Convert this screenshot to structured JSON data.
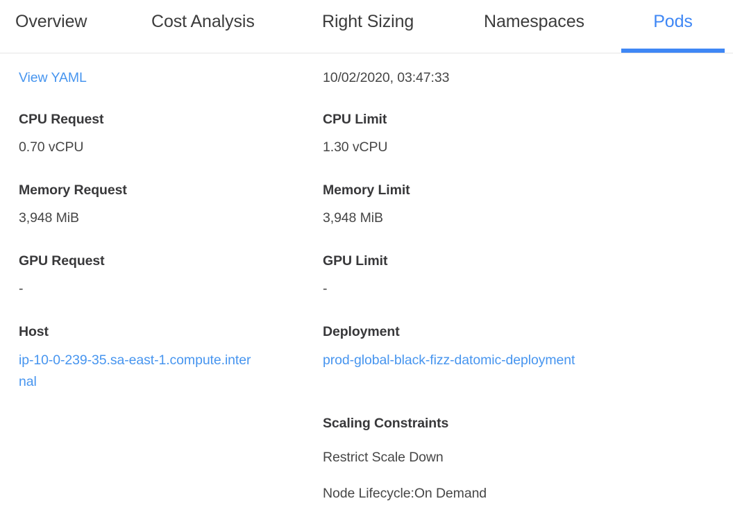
{
  "theme": {
    "accent": "#3f87f5",
    "link": "#4795ef",
    "label_color": "#38383a",
    "value_color": "#464646",
    "rule_color": "#e6e6e6",
    "background": "#ffffff"
  },
  "tabs": [
    {
      "label": "Overview",
      "active": false
    },
    {
      "label": "Cost Analysis",
      "active": false
    },
    {
      "label": "Right Sizing",
      "active": false
    },
    {
      "label": "Namespaces",
      "active": false
    },
    {
      "label": "Pods",
      "active": true
    }
  ],
  "detail": {
    "left": {
      "view_yaml_link": "View YAML",
      "cpu_request_label": "CPU Request",
      "cpu_request_value": "0.70 vCPU",
      "memory_request_label": "Memory Request",
      "memory_request_value": "3,948 MiB",
      "gpu_request_label": "GPU Request",
      "gpu_request_value": "-",
      "host_label": "Host",
      "host_value": "ip-10-0-239-35.sa-east-1.compute.internal"
    },
    "right": {
      "timestamp": "10/02/2020, 03:47:33",
      "cpu_limit_label": "CPU Limit",
      "cpu_limit_value": "1.30 vCPU",
      "memory_limit_label": "Memory Limit",
      "memory_limit_value": "3,948 MiB",
      "gpu_limit_label": "GPU Limit",
      "gpu_limit_value": "-",
      "deployment_label": "Deployment",
      "deployment_value": "prod-global-black-fizz-datomic-deployment",
      "scaling_constraints_label": "Scaling Constraints",
      "scaling_constraint_1": "Restrict Scale Down",
      "scaling_constraint_2": "Node Lifecycle:On Demand"
    }
  }
}
